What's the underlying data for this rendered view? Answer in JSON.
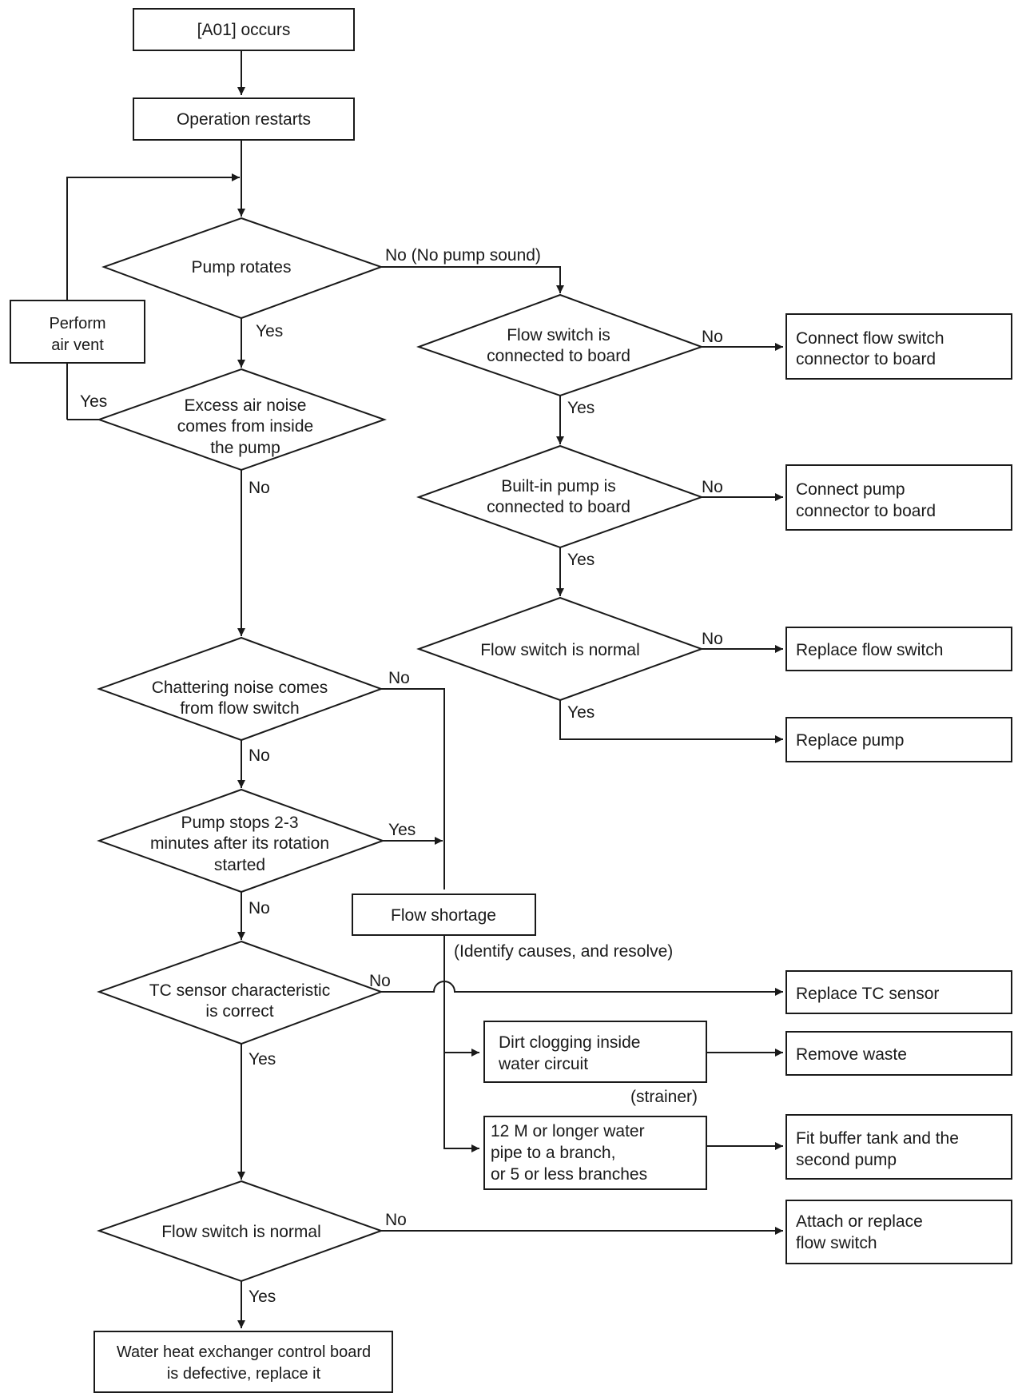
{
  "nodes": {
    "start": "[A01] occurs",
    "restart": "Operation restarts",
    "pump_rotates": "Pump rotates",
    "air_vent": [
      "Perform",
      "air vent"
    ],
    "excess_air": [
      "Excess air noise",
      "comes from inside",
      "the pump"
    ],
    "chattering": [
      "Chattering noise comes",
      "from flow switch"
    ],
    "pump_stops": [
      "Pump stops 2-3",
      "minutes after its rotation",
      "started"
    ],
    "tc_sensor": [
      "TC sensor characteristic",
      "is correct"
    ],
    "flow_switch_normal_left": "Flow switch is normal",
    "board_defective": [
      "Water heat exchanger control board",
      "is defective, replace it"
    ],
    "fs_connected": [
      "Flow switch is",
      "connected to board"
    ],
    "pump_connected": [
      "Built-in pump is",
      "connected to board"
    ],
    "fs_normal_right": "Flow switch is normal",
    "connect_fs": [
      "Connect flow switch",
      "connector to board"
    ],
    "connect_pump": [
      "Connect pump",
      "connector to board"
    ],
    "replace_fs": "Replace flow switch",
    "replace_pump": "Replace pump",
    "flow_shortage": "Flow shortage",
    "identify": "(Identify causes, and resolve)",
    "replace_tc": "Replace TC sensor",
    "dirt": [
      "Dirt clogging inside",
      "water circuit"
    ],
    "strainer": "(strainer)",
    "remove_waste": "Remove waste",
    "long_pipe": [
      "12 M or longer water",
      "pipe to a branch,",
      "or 5 or less branches"
    ],
    "buffer_tank": [
      "Fit buffer tank and the",
      "second pump"
    ],
    "attach_fs": [
      "Attach or replace",
      "flow switch"
    ]
  },
  "labels": {
    "no_pump_sound": "No (No pump sound)",
    "yes": "Yes",
    "no": "No"
  }
}
